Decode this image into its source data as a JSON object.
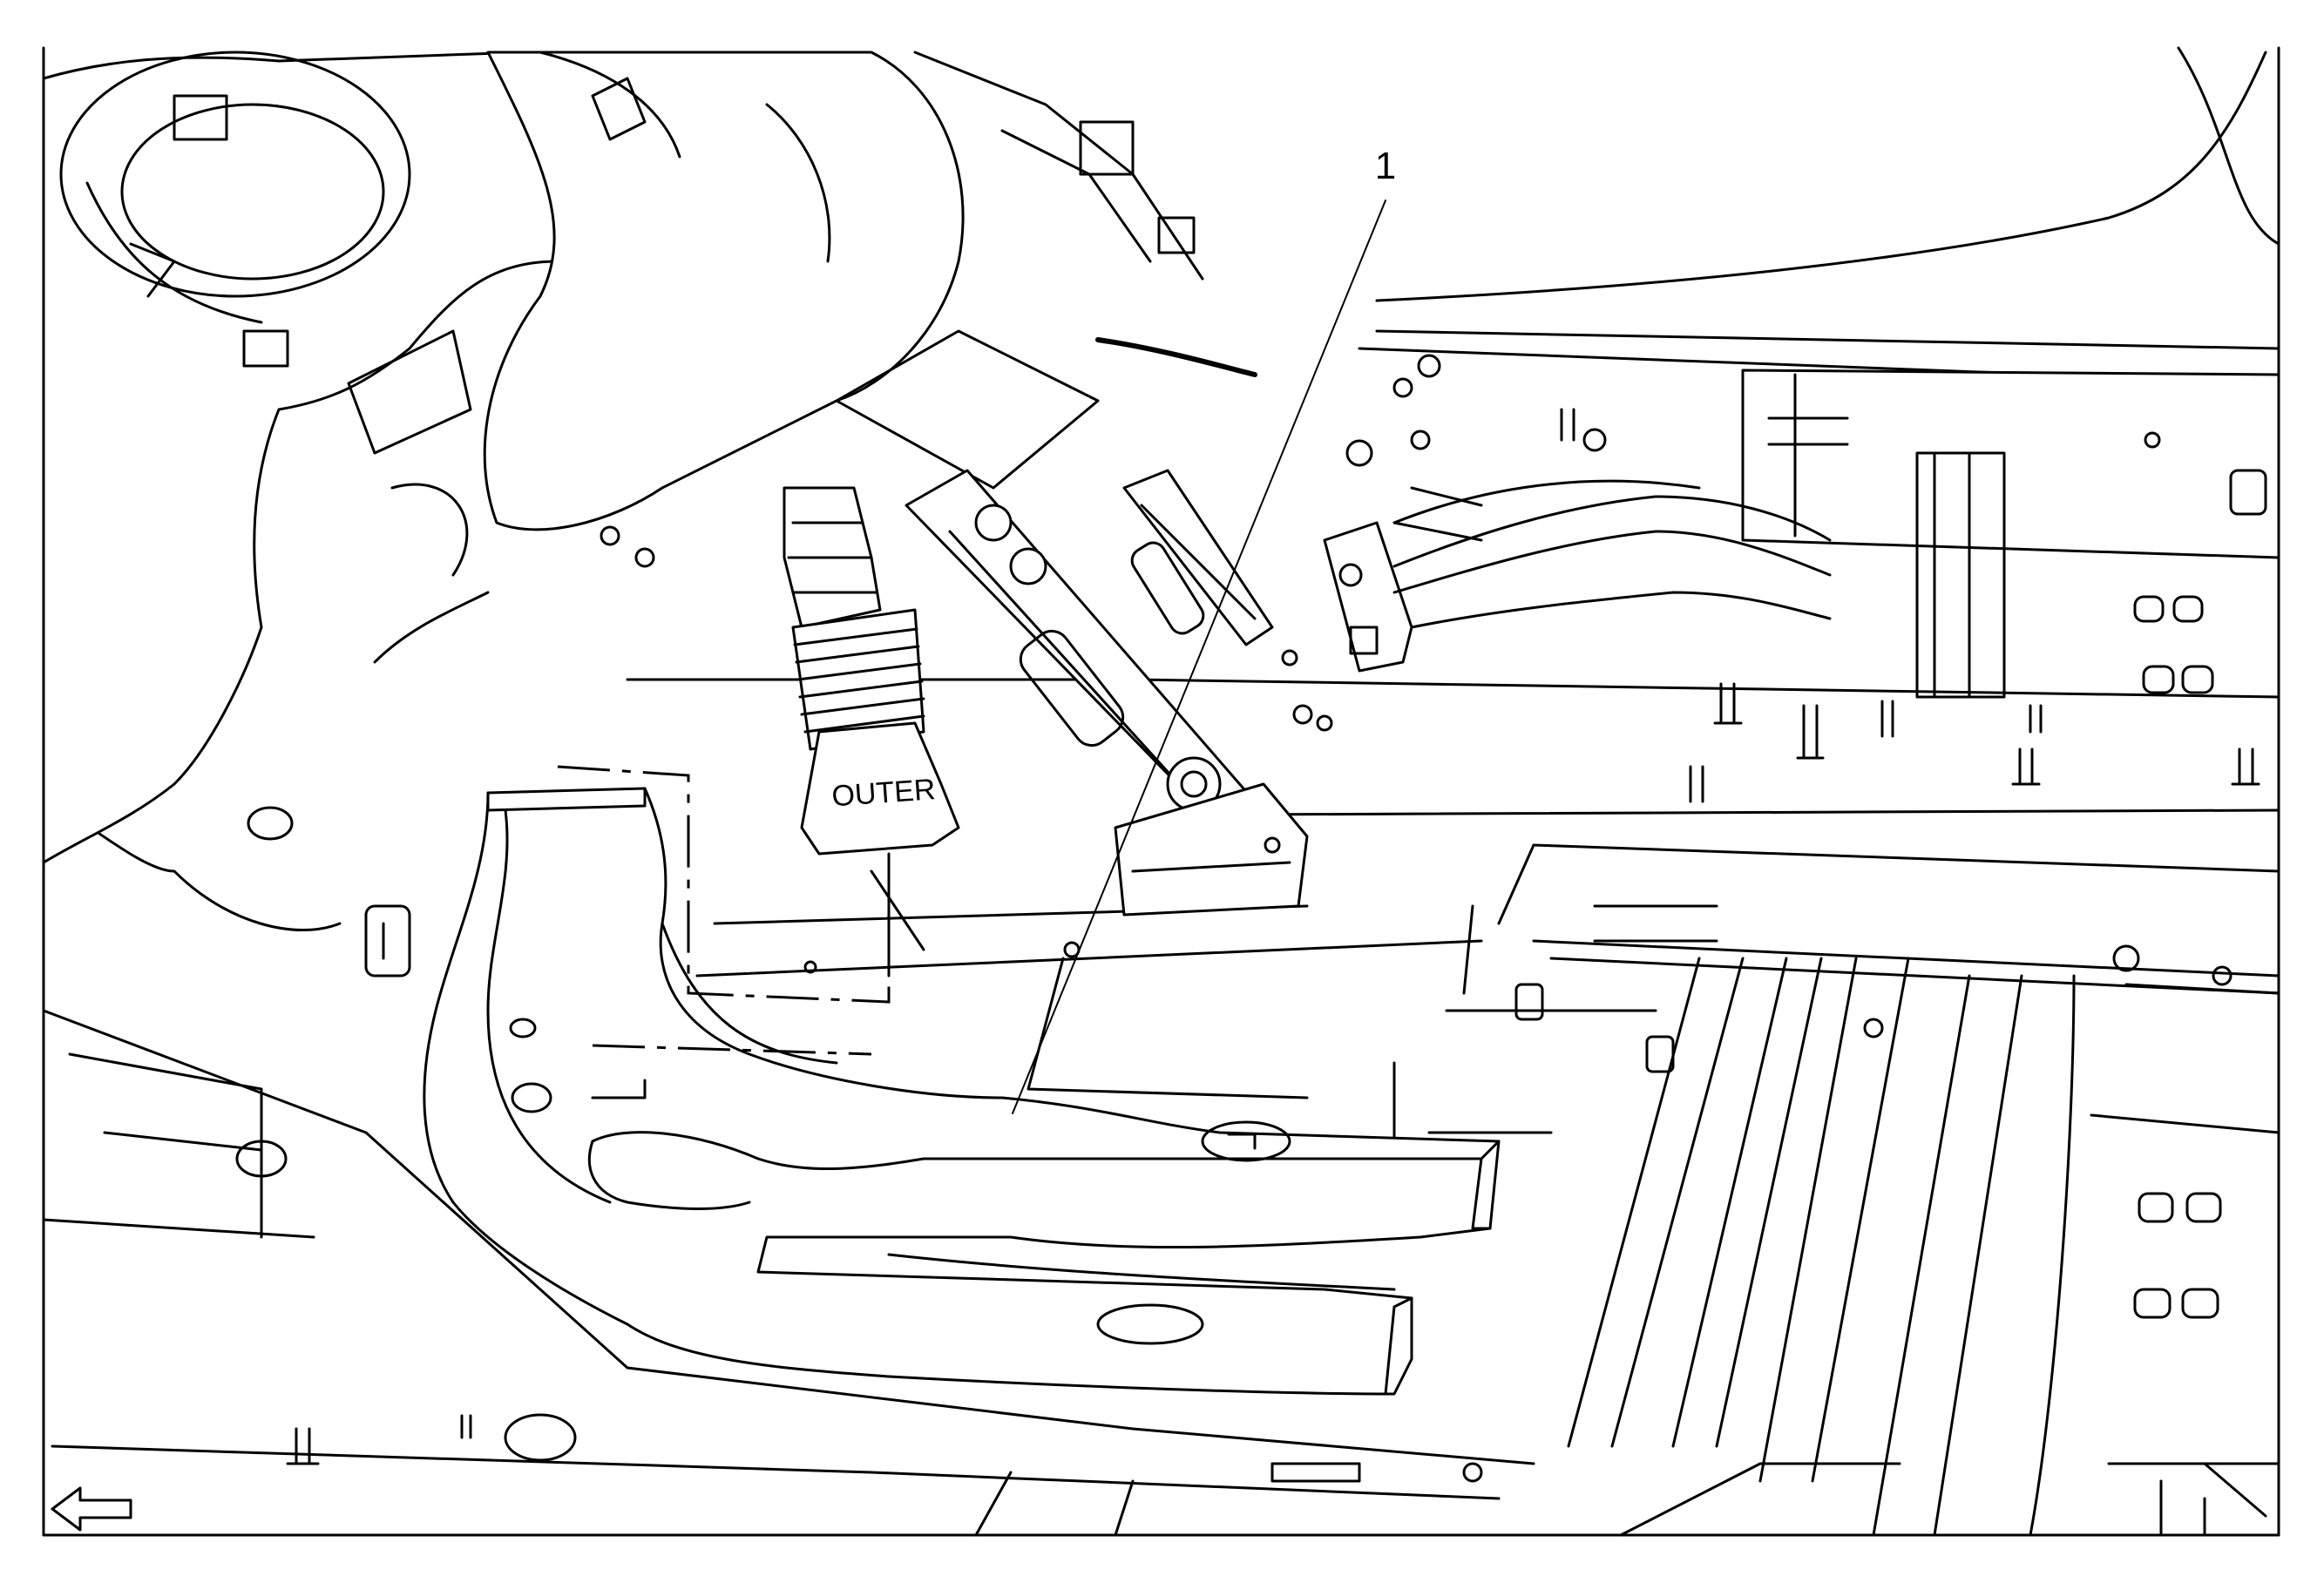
{
  "diagram": {
    "callouts": [
      {
        "id": "callout-1",
        "label": "1"
      }
    ],
    "part_stamp": "OUTER",
    "view_arrow": "arrow-left-icon"
  }
}
